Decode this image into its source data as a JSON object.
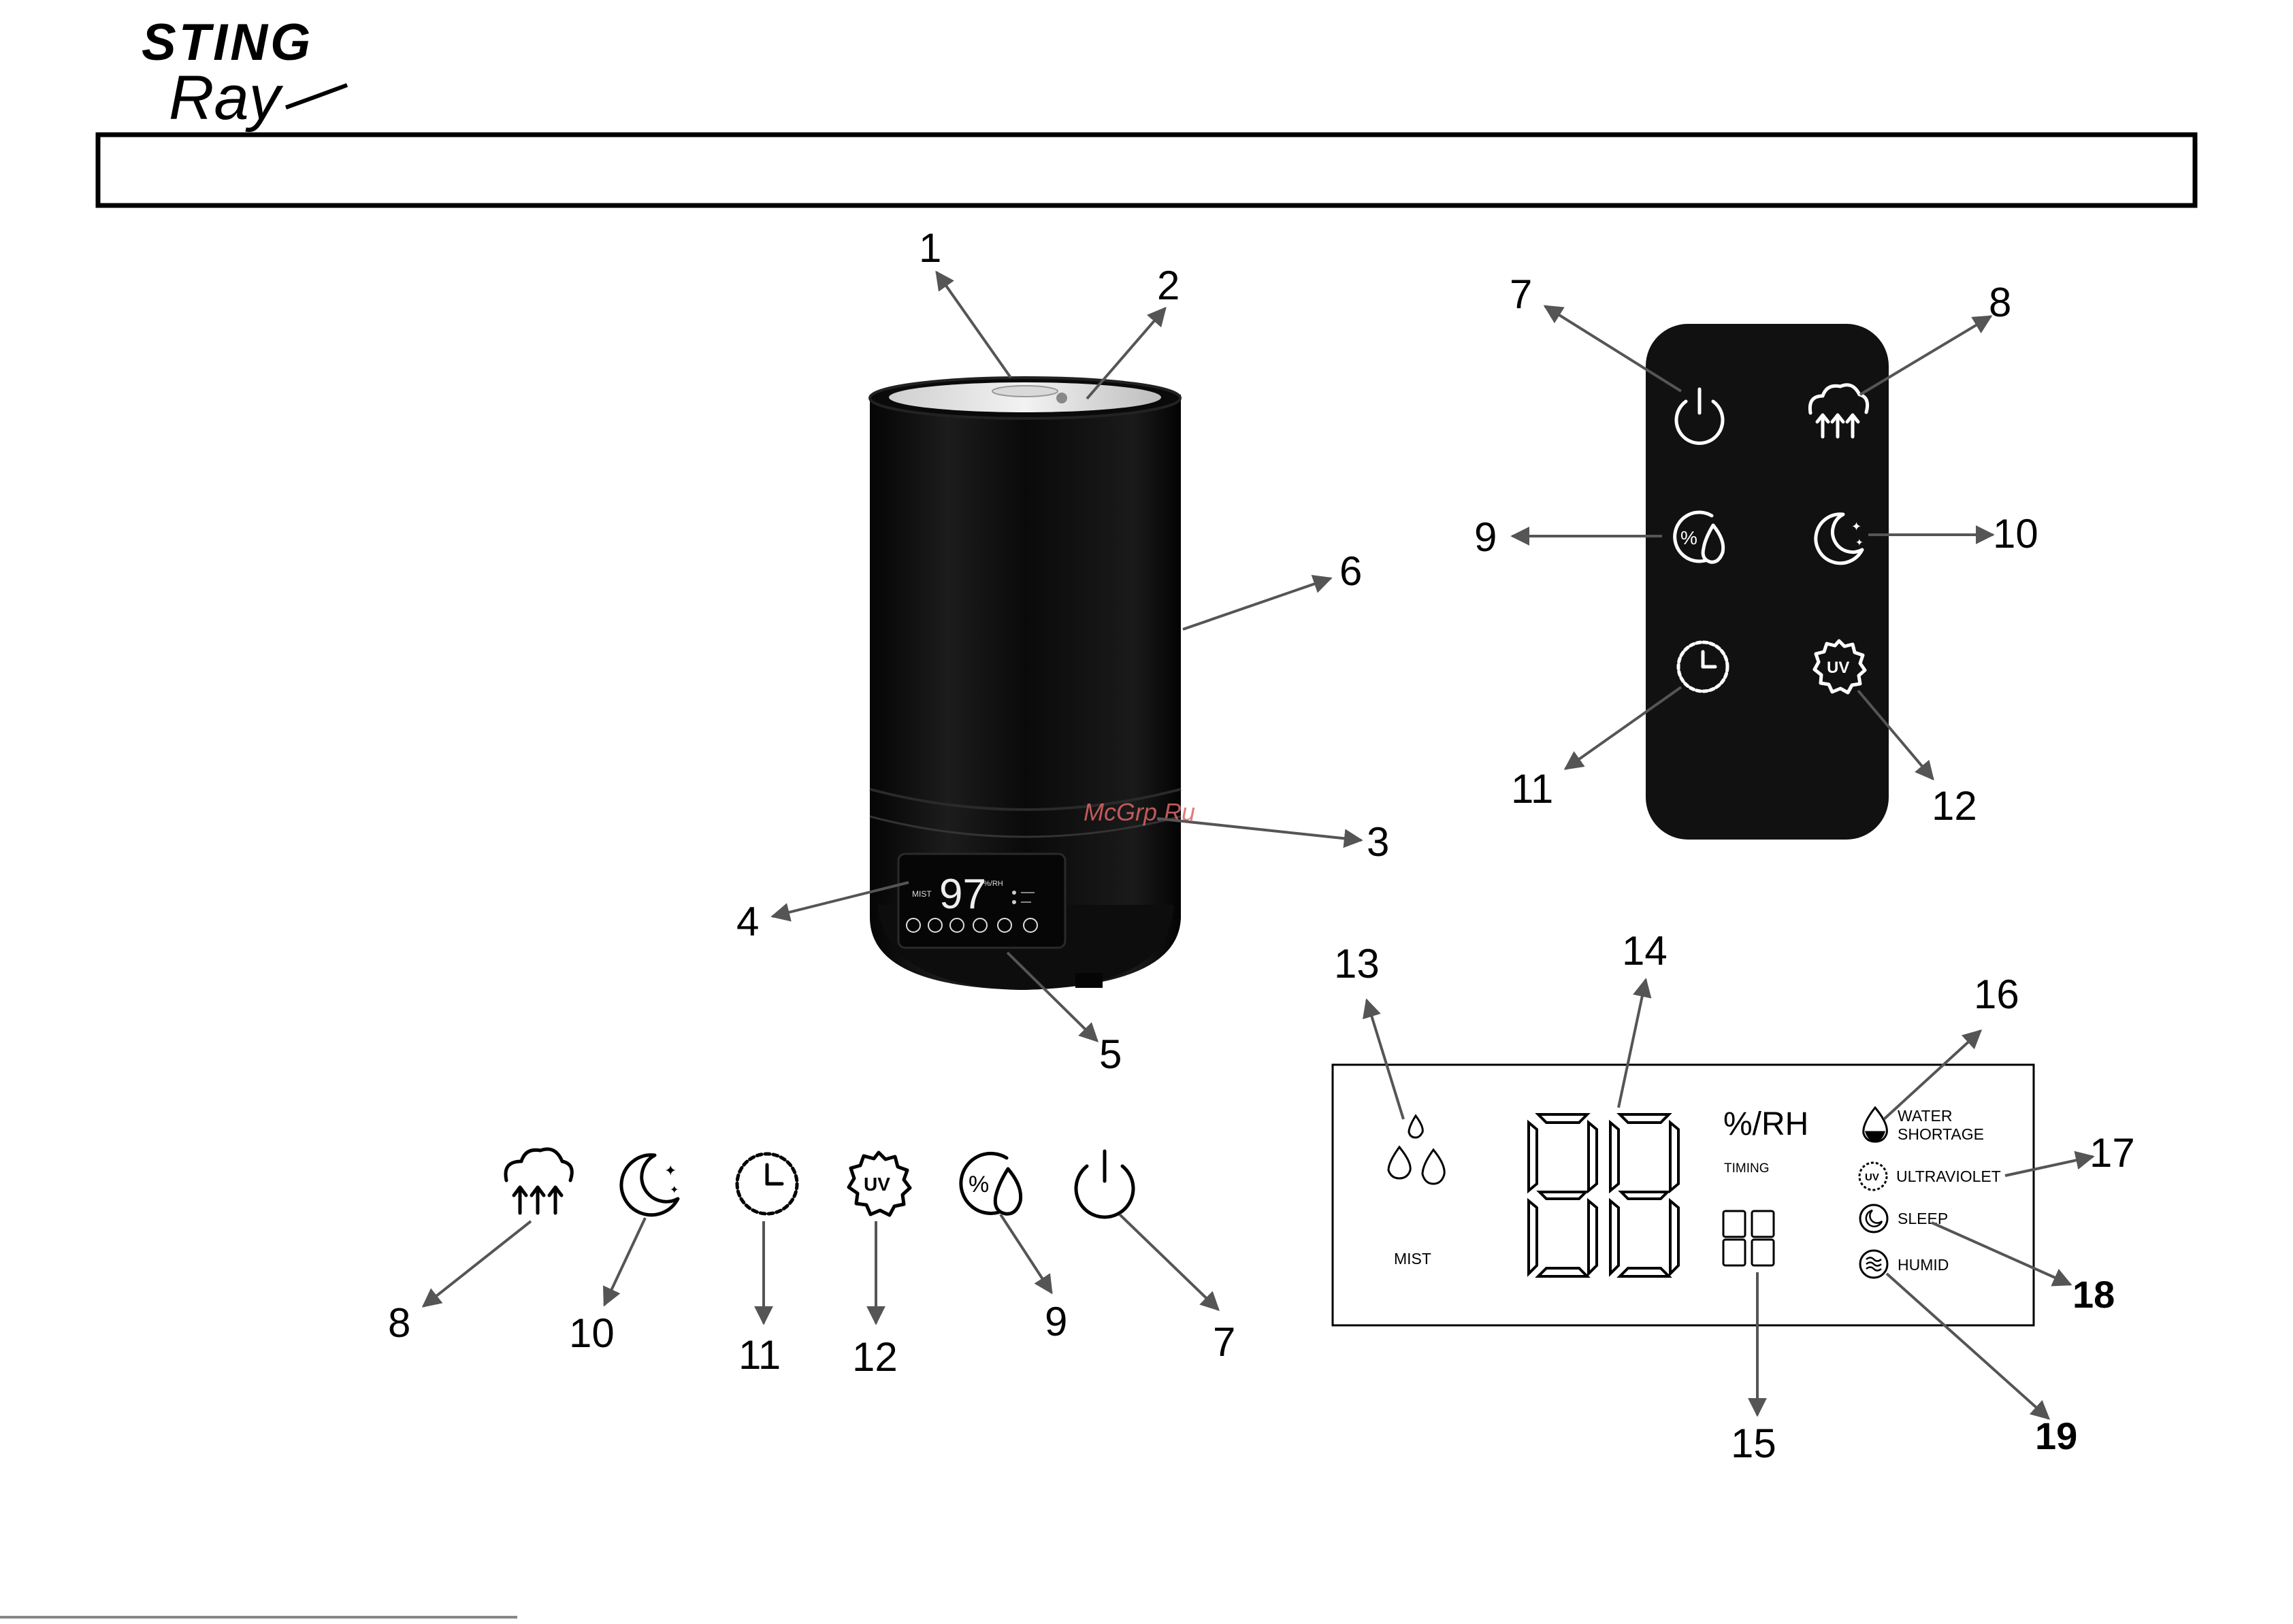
{
  "brand": {
    "top": "STING",
    "script": "Ray"
  },
  "watermark": "McGrp.Ru",
  "callouts": {
    "n1": "1",
    "n2": "2",
    "n3": "3",
    "n4": "4",
    "n5": "5",
    "n6": "6",
    "remote": {
      "n7": "7",
      "n8": "8",
      "n9": "9",
      "n10": "10",
      "n11": "11",
      "n12": "12"
    },
    "row": {
      "n8": "8",
      "n10": "10",
      "n11": "11",
      "n12": "12",
      "n9": "9",
      "n7": "7"
    },
    "lcd": {
      "n13": "13",
      "n14": "14",
      "n15": "15",
      "n16": "16",
      "n17": "17",
      "n18": "18",
      "n19": "19"
    }
  },
  "device_display": {
    "value": "97",
    "mist": "MIST",
    "small_label": "%/RH"
  },
  "lcd": {
    "mist": "MIST",
    "unit": "%/RH",
    "timing": "TIMING",
    "water_shortage_1": "WATER",
    "water_shortage_2": "SHORTAGE",
    "ultraviolet": "ULTRAVIOLET",
    "sleep": "SLEEP",
    "humid": "HUMID",
    "uv_icon": "UV"
  },
  "icons": {
    "uv_text": "UV",
    "percent": "%"
  },
  "colors": {
    "device": "#0b0b0b",
    "remote": "#111111",
    "arrow": "#555555"
  }
}
